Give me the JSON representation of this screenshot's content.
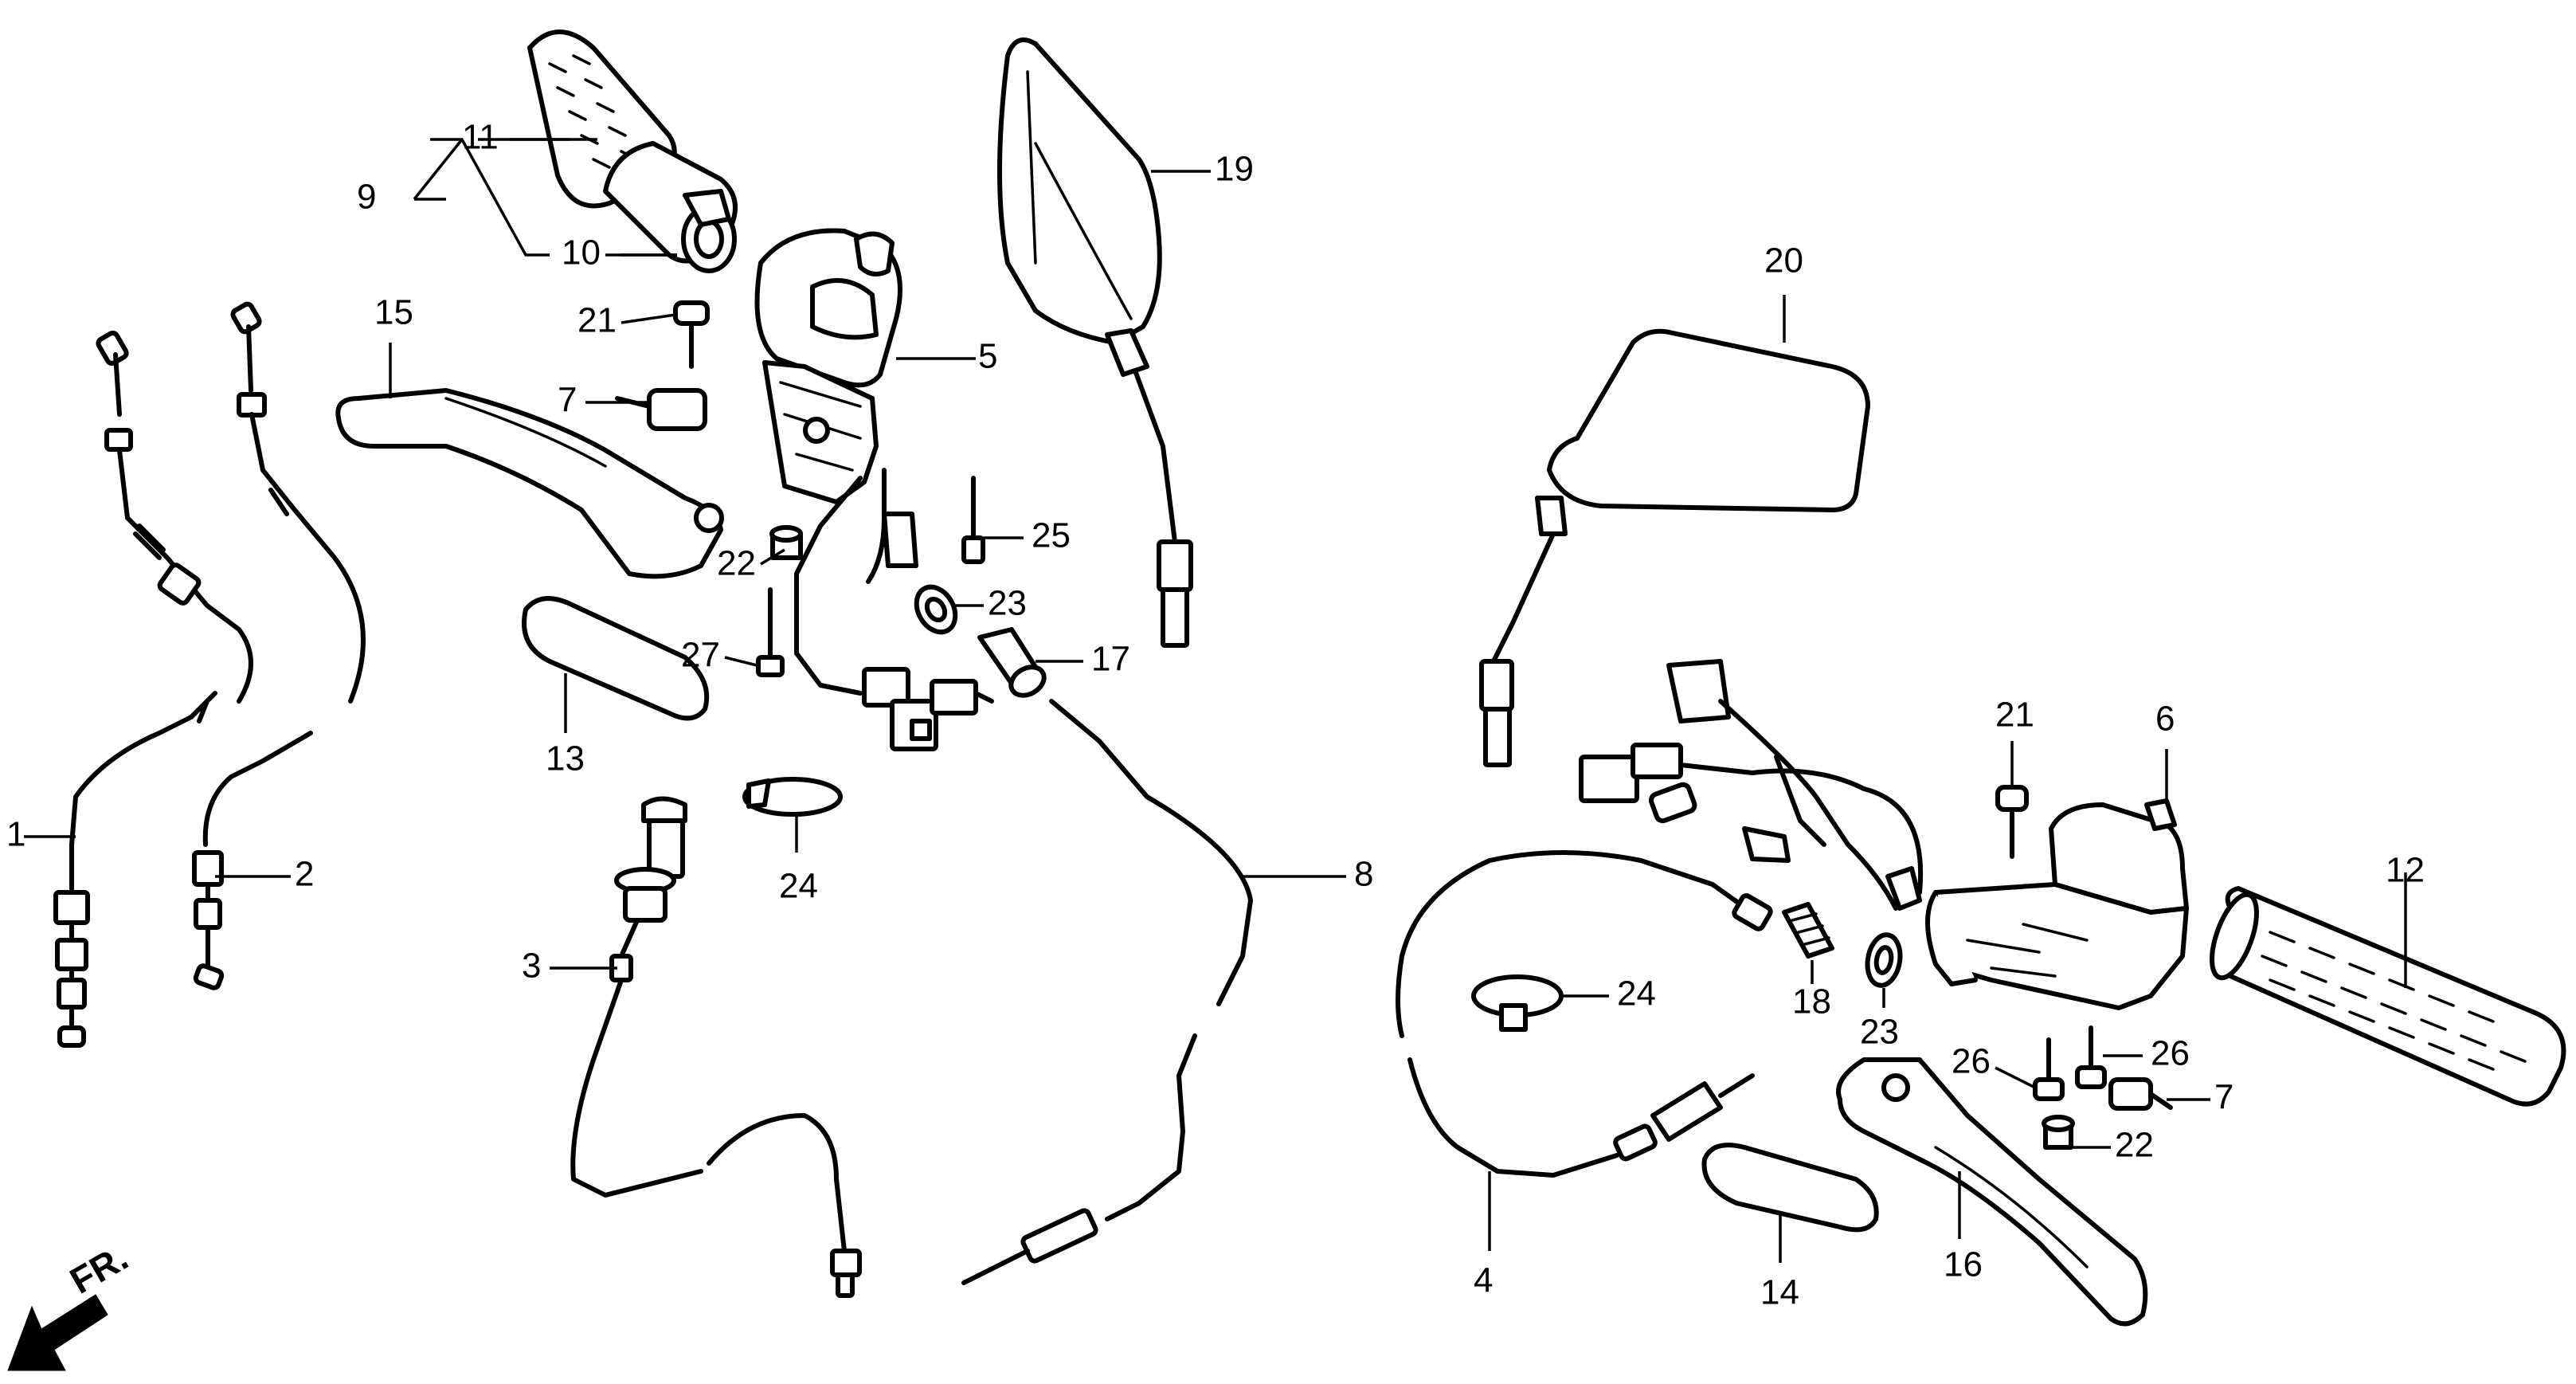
{
  "direction_marker": "FR.",
  "callouts": [
    {
      "id": "c1",
      "text": "1"
    },
    {
      "id": "c2",
      "text": "2"
    },
    {
      "id": "c3",
      "text": "3"
    },
    {
      "id": "c4",
      "text": "4"
    },
    {
      "id": "c5",
      "text": "5"
    },
    {
      "id": "c6",
      "text": "6"
    },
    {
      "id": "c7a",
      "text": "7"
    },
    {
      "id": "c7b",
      "text": "7"
    },
    {
      "id": "c8",
      "text": "8"
    },
    {
      "id": "c9",
      "text": "9"
    },
    {
      "id": "c10",
      "text": "10"
    },
    {
      "id": "c11",
      "text": "11"
    },
    {
      "id": "c12",
      "text": "12"
    },
    {
      "id": "c13",
      "text": "13"
    },
    {
      "id": "c14",
      "text": "14"
    },
    {
      "id": "c15",
      "text": "15"
    },
    {
      "id": "c16",
      "text": "16"
    },
    {
      "id": "c17",
      "text": "17"
    },
    {
      "id": "c18",
      "text": "18"
    },
    {
      "id": "c19",
      "text": "19"
    },
    {
      "id": "c20",
      "text": "20"
    },
    {
      "id": "c21a",
      "text": "21"
    },
    {
      "id": "c21b",
      "text": "21"
    },
    {
      "id": "c22a",
      "text": "22"
    },
    {
      "id": "c22b",
      "text": "22"
    },
    {
      "id": "c23a",
      "text": "23"
    },
    {
      "id": "c23b",
      "text": "23"
    },
    {
      "id": "c24a",
      "text": "24"
    },
    {
      "id": "c24b",
      "text": "24"
    },
    {
      "id": "c25",
      "text": "25"
    },
    {
      "id": "c26a",
      "text": "26"
    },
    {
      "id": "c26b",
      "text": "26"
    },
    {
      "id": "c27",
      "text": "27"
    }
  ]
}
